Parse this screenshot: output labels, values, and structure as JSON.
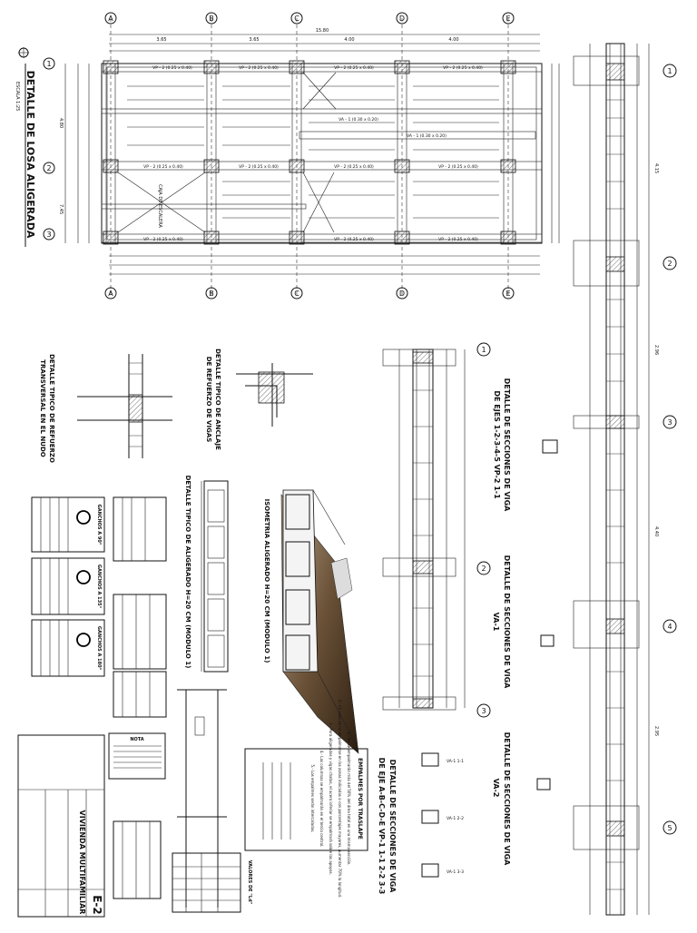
{
  "sheet": {
    "project_title": "VIVIENDA MULTIFAMILIAR",
    "sheet_code": "E-2",
    "scale_note": "ESCALA 1:25"
  },
  "titles": {
    "losa": "DETALLE DE LOSA ALIGERADA",
    "vp_ejes": "DETALLE DE SECCIONES DE VIGA",
    "vp_ejes_sub": "DE EJES 1-2-3-4-5 VP-2 1-1",
    "va1": "DETALLE DE SECCIONES DE VIGA",
    "va1_sub": "VA-1",
    "va2": "DETALLE DE SECCIONES DE VIGA",
    "va2_sub": "VA-2",
    "vp_abcde": "DETALLE DE SECCIONES DE VIGA",
    "vp_abcde_sub": "DE EJE A-B-C-D-E VP-1 1-1 2-2 3-3",
    "anclaje": "DETALLE TIPICO DE ANCLAJE",
    "anclaje_sub": "DE REFUERZO DE VIGAS",
    "nudo": "DETALLE TIPICO DE REFUERZO",
    "nudo_sub": "TRANSVERSAL EN EL NUDO",
    "isometria": "ISOMETRIA ALIGERADO H=20 CM (MODULO 1)",
    "aligerado": "DETALLE TIPICO DE ALIGERADO H=20 CM (MODULO 1)",
    "empalmes": "EMPALMES POR TRASLAPE",
    "ganchos_90": "GANCHOS A 90°",
    "ganchos_135": "GANCHOS A 135°",
    "ganchos_180": "GANCHOS A 180°",
    "nota": "NOTA",
    "valores": "VALORES DE \"Ld\""
  },
  "axes": {
    "letters": [
      "A",
      "B",
      "C",
      "D",
      "E"
    ],
    "numbers": [
      "1",
      "2",
      "3",
      "4",
      "5"
    ]
  },
  "plan_labels": {
    "vp_top": [
      "VP - 2 (0.25 x 0.40)",
      "VP - 2 (0.25 x 0.40)",
      "VP - 2 (0.25 x 0.40)",
      "VP - 2 (0.25 x 0.40)"
    ],
    "vp_mid": [
      "VP - 2 (0.25 x 0.40)",
      "VP - 2 (0.25 x 0.40)",
      "VP - 2 (0.25 x 0.40)",
      "VP - 2 (0.25 x 0.40)"
    ],
    "vp_bot": [
      "VP - 2 (0.25 x 0.40)",
      "VP - 2 (0.25 x 0.40)",
      "VP - 2 (0.25 x 0.40)"
    ],
    "va": "VA - 1 (0.30 x 0.20)",
    "va2": "VA - 1 (0.30 x 0.20)",
    "caja": "CAJA DE ESCALERA"
  },
  "dims": {
    "top_total": "15.80",
    "top_spans": [
      "3.65",
      "3.65",
      "4.00",
      "4.00"
    ],
    "right_spans": [
      "4.15",
      "2.96",
      "4.40",
      "2.95"
    ],
    "left_spans": [
      "4.80",
      "7.45"
    ],
    "section_labels": [
      "VA-1 1-1",
      "VA-1 2-2",
      "VA-1 3-3"
    ]
  },
  "notes_empalmes": [
    "1.- No se empalmarán más del 50% del área total en una misma sección.",
    "2.- En caso de no empalmarse en las zonas indicadas o con porcentajes mayores, aumentar 70% la longitud.",
    "3.- Para aligerados y vigas chatas, el acero inferior se empalmará sobre los apoyos.",
    "4.- Las columnas se empalmarán en el tercio central.",
    "5.- Los empalmes serán intercalados."
  ]
}
